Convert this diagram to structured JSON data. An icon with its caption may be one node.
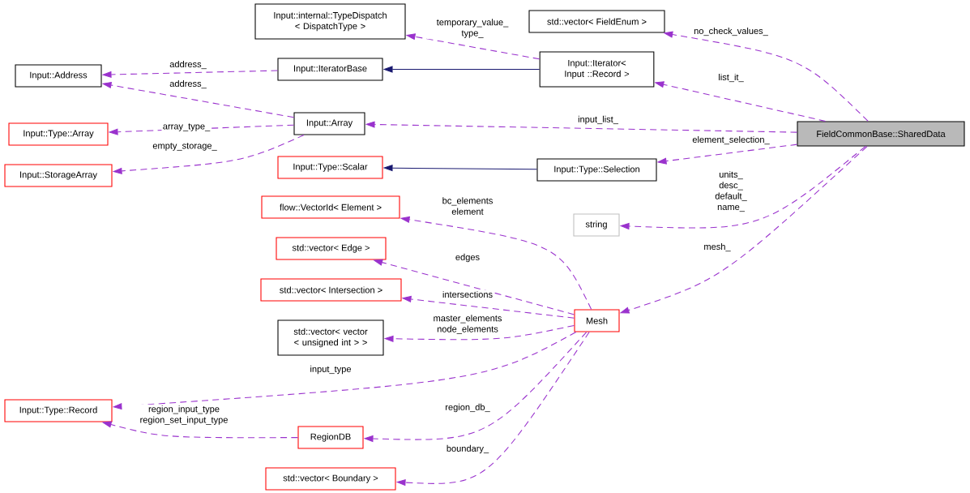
{
  "diagram": {
    "nodes": [
      {
        "text": [
          "FieldCommonBase::SharedData"
        ]
      },
      {
        "text": [
          "std::vector< FieldEnum >"
        ]
      },
      {
        "text": [
          "Input::internal::TypeDispatch < DispatchType >"
        ]
      },
      {
        "text": [
          "Input::Iterator< Input ::Record >"
        ]
      },
      {
        "text": [
          "Input::IteratorBase"
        ]
      },
      {
        "text": [
          "Input::Address"
        ]
      },
      {
        "text": [
          "Input::Array"
        ]
      },
      {
        "text": [
          "Input::Type::Array"
        ]
      },
      {
        "text": [
          "Input::StorageArray"
        ]
      },
      {
        "text": [
          "Input::Type::Scalar"
        ]
      },
      {
        "text": [
          "Input::Type::Selection"
        ]
      },
      {
        "text": [
          "string"
        ]
      },
      {
        "text": [
          "flow::VectorId< Element >"
        ]
      },
      {
        "text": [
          "std::vector< Edge >"
        ]
      },
      {
        "text": [
          "std::vector< Intersection >"
        ]
      },
      {
        "text": [
          "std::vector< vector < unsigned int > >"
        ]
      },
      {
        "text": [
          "Mesh"
        ]
      },
      {
        "text": [
          "Input::Type::Record"
        ]
      },
      {
        "text": [
          "RegionDB"
        ]
      },
      {
        "text": [
          "std::vector< Boundary >"
        ]
      }
    ],
    "edges": [
      {
        "from": 3,
        "to": 2,
        "arrow": "to",
        "label": "temporary_value_ type_",
        "style": "dashed"
      },
      {
        "from": 4,
        "to": 5,
        "arrow": "to",
        "label": "address_",
        "style": "dashed"
      },
      {
        "from": 6,
        "to": 5,
        "arrow": "to",
        "label": "address_",
        "style": "dashed"
      },
      {
        "from": 6,
        "to": 7,
        "arrow": "to",
        "label": "array_type_",
        "style": "dashed"
      },
      {
        "from": 6,
        "to": 8,
        "arrow": "to",
        "label": "empty_storage_",
        "style": "dashed"
      },
      {
        "from": 3,
        "to": 4,
        "arrow": "to",
        "color": "#191970"
      },
      {
        "from": 0,
        "to": 1,
        "arrow": "to",
        "label": "no_check_values_",
        "style": "dashed"
      },
      {
        "from": 0,
        "to": 3,
        "arrow": "to",
        "label": "list_it_",
        "style": "dashed"
      },
      {
        "from": 0,
        "to": 6,
        "arrow": "to",
        "label": "input_list_",
        "style": "dashed"
      },
      {
        "from": 0,
        "to": 10,
        "arrow": "to",
        "label": "element_selection_",
        "style": "dashed"
      },
      {
        "from": 10,
        "to": 9,
        "arrow": "to",
        "color": "#191970"
      },
      {
        "from": 0,
        "to": 11,
        "arrow": "to",
        "label": "units_ desc_ default_ name_",
        "style": "dashed"
      },
      {
        "from": 0,
        "to": 16,
        "arrow": "to",
        "label": "mesh_",
        "style": "dashed"
      },
      {
        "from": 16,
        "to": 12,
        "arrow": "to",
        "label": "bc_elements element",
        "style": "dashed"
      },
      {
        "from": 16,
        "to": 13,
        "arrow": "to",
        "label": "edges",
        "style": "dashed"
      },
      {
        "from": 16,
        "to": 14,
        "arrow": "to",
        "label": "intersections",
        "style": "dashed"
      },
      {
        "from": 16,
        "to": 15,
        "arrow": "to",
        "label": "master_elements node_elements",
        "style": "dashed"
      },
      {
        "from": 16,
        "to": 17,
        "arrow": "to",
        "label": "input_type",
        "style": "dashed"
      },
      {
        "from": 16,
        "to": 18,
        "arrow": "to",
        "label": "region_db_",
        "style": "dashed"
      },
      {
        "from": 16,
        "to": 19,
        "arrow": "to",
        "label": "boundary_",
        "style": "dashed"
      },
      {
        "from": 18,
        "to": 17,
        "arrow": "to",
        "label": "region_input_type region_set_input_type",
        "style": "dashed"
      }
    ]
  }
}
